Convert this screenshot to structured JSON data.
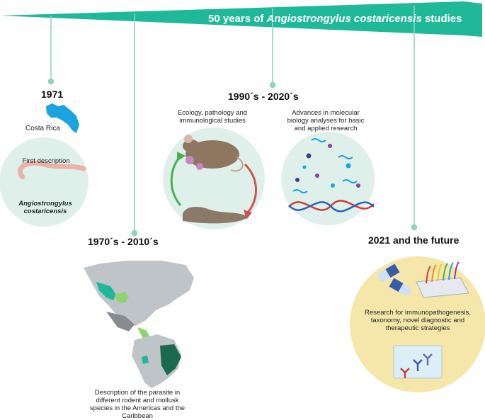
{
  "banner": {
    "prefix": "50 years of ",
    "italic": "Angiostrongylus costaricensis",
    "suffix": " studies"
  },
  "colors": {
    "teal": "#1fb99a",
    "circle_green": "#dff0ea",
    "circle_yellow": "#f5e7a9",
    "line": "#8fd3c2"
  },
  "sections": {
    "y1971": {
      "year": "1971",
      "country": "Costa Rica",
      "caption": "First description",
      "species": "Angiostrongylus costaricensis"
    },
    "y1970s": {
      "year": "1970´s - 2010´s",
      "caption": "Description of the parasite in different rodent and  mollusk species in the Americas and the Caribbean"
    },
    "y1990s": {
      "year": "1990´s - 2020´s",
      "left_caption": "Ecology, pathology and immunological studies",
      "right_caption": "Advances in  molecular biology analyses for basic and applied research"
    },
    "future": {
      "year": "2021 and the future",
      "caption": "Research for immunopathogenesis, taxonomy, novel diagnostic and therapeutic strategies"
    }
  },
  "icons": [
    "costa-rica-map-icon",
    "worm-icon",
    "mouse-icon",
    "slug-icon",
    "americas-map-icon",
    "dna-icon",
    "pill-capsule-icon",
    "microarray-icon",
    "antibody-icon"
  ]
}
